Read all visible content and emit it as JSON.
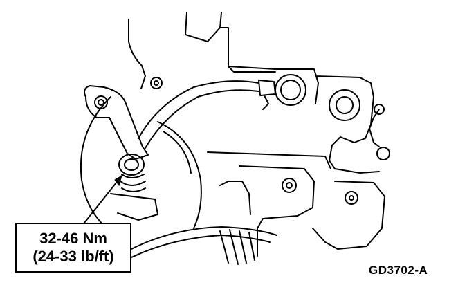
{
  "callout": {
    "torque_metric": "32-46 Nm",
    "torque_imperial": "(24-33 lb/ft)"
  },
  "figure_id": "GD3702-A",
  "colors": {
    "ink": "#000000",
    "paper": "#ffffff"
  }
}
